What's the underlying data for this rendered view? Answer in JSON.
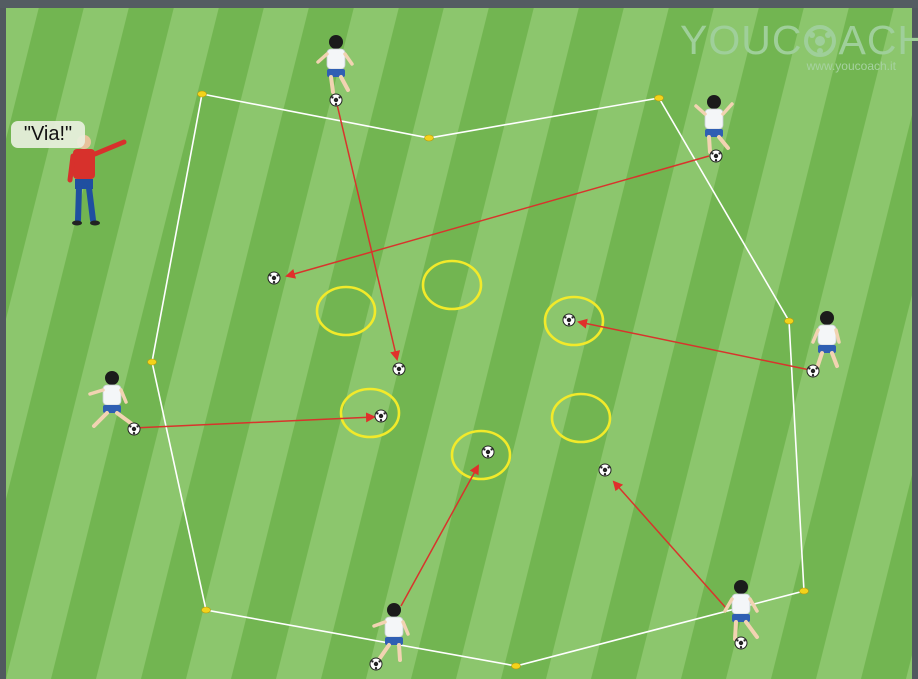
{
  "coach": {
    "call": "\"Via!\""
  },
  "logo": {
    "brand_prefix": "YOUC",
    "brand_suffix": "ACH",
    "url": "www.youcoach.it"
  },
  "colors": {
    "field_light": "#8cc66d",
    "field_dark": "#72b551",
    "boundary": "#ffffff",
    "pass_arrow": "#d63a32",
    "target_ring": "#f2ea32",
    "cone": "#f4d41a",
    "frame": "#51595f"
  },
  "icons": {
    "player": "youth-player-figure",
    "ball": "soccer-ball",
    "cone": "cone-marker",
    "coach": "coach-figure"
  }
}
